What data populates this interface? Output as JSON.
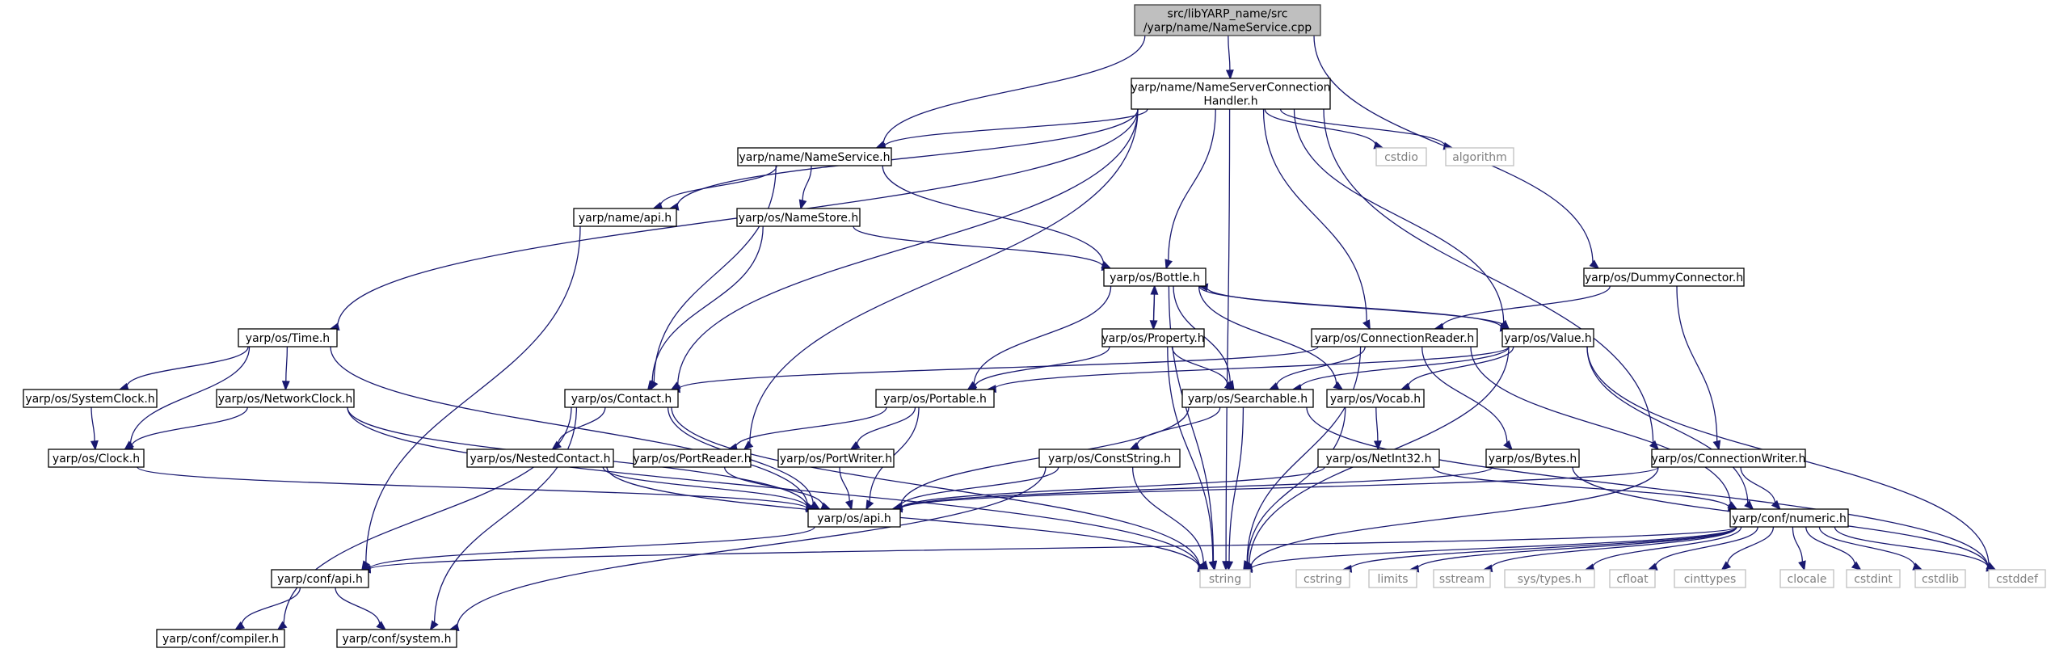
{
  "nodes": {
    "root": [
      "src/libYARP_name/src",
      "/yarp/name/NameService.cpp"
    ],
    "nsch": [
      "yarp/name/NameServerConnection",
      "Handler.h"
    ],
    "nameservice": [
      "yarp/name/NameService.h"
    ],
    "cstdio": [
      "cstdio"
    ],
    "algorithm": [
      "algorithm"
    ],
    "nameapi": [
      "yarp/name/api.h"
    ],
    "namestore": [
      "yarp/os/NameStore.h"
    ],
    "bottle": [
      "yarp/os/Bottle.h"
    ],
    "dummy": [
      "yarp/os/DummyConnector.h"
    ],
    "time": [
      "yarp/os/Time.h"
    ],
    "property": [
      "yarp/os/Property.h"
    ],
    "connreader": [
      "yarp/os/ConnectionReader.h"
    ],
    "value": [
      "yarp/os/Value.h"
    ],
    "sysclock": [
      "yarp/os/SystemClock.h"
    ],
    "netclock": [
      "yarp/os/NetworkClock.h"
    ],
    "contact": [
      "yarp/os/Contact.h"
    ],
    "portable": [
      "yarp/os/Portable.h"
    ],
    "searchable": [
      "yarp/os/Searchable.h"
    ],
    "vocab": [
      "yarp/os/Vocab.h"
    ],
    "clock": [
      "yarp/os/Clock.h"
    ],
    "nested": [
      "yarp/os/NestedContact.h"
    ],
    "portreader": [
      "yarp/os/PortReader.h"
    ],
    "portwriter": [
      "yarp/os/PortWriter.h"
    ],
    "conststring": [
      "yarp/os/ConstString.h"
    ],
    "netint": [
      "yarp/os/NetInt32.h"
    ],
    "bytes": [
      "yarp/os/Bytes.h"
    ],
    "connwriter": [
      "yarp/os/ConnectionWriter.h"
    ],
    "osapi": [
      "yarp/os/api.h"
    ],
    "numeric": [
      "yarp/conf/numeric.h"
    ],
    "confapi": [
      "yarp/conf/api.h"
    ],
    "string": [
      "string"
    ],
    "cstring": [
      "cstring"
    ],
    "limits": [
      "limits"
    ],
    "sstream": [
      "sstream"
    ],
    "systypes": [
      "sys/types.h"
    ],
    "cfloat": [
      "cfloat"
    ],
    "cinttypes": [
      "cinttypes"
    ],
    "clocale": [
      "clocale"
    ],
    "cstdint": [
      "cstdint"
    ],
    "cstdlib": [
      "cstdlib"
    ],
    "cstddef": [
      "cstddef"
    ],
    "compiler": [
      "yarp/conf/compiler.h"
    ],
    "system": [
      "yarp/conf/system.h"
    ]
  },
  "edges": [
    [
      "root",
      "nsch"
    ],
    [
      "root",
      "nameservice"
    ],
    [
      "root",
      "dummy"
    ],
    [
      "nsch",
      "nameservice"
    ],
    [
      "nsch",
      "cstdio"
    ],
    [
      "nsch",
      "algorithm"
    ],
    [
      "nsch",
      "nameapi"
    ],
    [
      "nsch",
      "time"
    ],
    [
      "nsch",
      "portreader"
    ],
    [
      "nsch",
      "contact"
    ],
    [
      "nsch",
      "bottle"
    ],
    [
      "nsch",
      "connreader"
    ],
    [
      "nsch",
      "value"
    ],
    [
      "nsch",
      "connwriter"
    ],
    [
      "nsch",
      "string"
    ],
    [
      "nameservice",
      "nameapi"
    ],
    [
      "nameservice",
      "namestore"
    ],
    [
      "nameservice",
      "contact"
    ],
    [
      "nameservice",
      "bottle"
    ],
    [
      "nameapi",
      "confapi"
    ],
    [
      "namestore",
      "bottle"
    ],
    [
      "namestore",
      "contact"
    ],
    [
      "bottle",
      "property"
    ],
    [
      "bottle",
      "portable"
    ],
    [
      "bottle",
      "searchable"
    ],
    [
      "bottle",
      "vocab"
    ],
    [
      "bottle",
      "value"
    ],
    [
      "bottle",
      "string"
    ],
    [
      "property",
      "bottle"
    ],
    [
      "property",
      "portable"
    ],
    [
      "property",
      "searchable"
    ],
    [
      "property",
      "string"
    ],
    [
      "value",
      "bottle"
    ],
    [
      "value",
      "searchable"
    ],
    [
      "value",
      "portable"
    ],
    [
      "value",
      "vocab"
    ],
    [
      "value",
      "numeric"
    ],
    [
      "value",
      "string"
    ],
    [
      "value",
      "cstddef"
    ],
    [
      "dummy",
      "connreader"
    ],
    [
      "dummy",
      "connwriter"
    ],
    [
      "connreader",
      "contact"
    ],
    [
      "connreader",
      "searchable"
    ],
    [
      "connreader",
      "bytes"
    ],
    [
      "connreader",
      "numeric"
    ],
    [
      "connreader",
      "string"
    ],
    [
      "time",
      "sysclock"
    ],
    [
      "time",
      "netclock"
    ],
    [
      "time",
      "clock"
    ],
    [
      "time",
      "osapi"
    ],
    [
      "sysclock",
      "clock"
    ],
    [
      "netclock",
      "clock"
    ],
    [
      "netclock",
      "osapi"
    ],
    [
      "netclock",
      "string"
    ],
    [
      "clock",
      "osapi"
    ],
    [
      "contact",
      "nested"
    ],
    [
      "contact",
      "osapi"
    ],
    [
      "contact",
      "string"
    ],
    [
      "contact",
      "compiler"
    ],
    [
      "contact",
      "system"
    ],
    [
      "nested",
      "osapi"
    ],
    [
      "nested",
      "string"
    ],
    [
      "portable",
      "portreader"
    ],
    [
      "portable",
      "portwriter"
    ],
    [
      "portable",
      "osapi"
    ],
    [
      "portreader",
      "osapi"
    ],
    [
      "portwriter",
      "osapi"
    ],
    [
      "searchable",
      "conststring"
    ],
    [
      "searchable",
      "osapi"
    ],
    [
      "searchable",
      "string"
    ],
    [
      "searchable",
      "cstddef"
    ],
    [
      "vocab",
      "netint"
    ],
    [
      "vocab",
      "string"
    ],
    [
      "conststring",
      "osapi"
    ],
    [
      "conststring",
      "string"
    ],
    [
      "conststring",
      "system"
    ],
    [
      "netint",
      "osapi"
    ],
    [
      "netint",
      "numeric"
    ],
    [
      "bytes",
      "osapi"
    ],
    [
      "bytes",
      "cstddef"
    ],
    [
      "connwriter",
      "osapi"
    ],
    [
      "connwriter",
      "numeric"
    ],
    [
      "connwriter",
      "string"
    ],
    [
      "osapi",
      "confapi"
    ],
    [
      "numeric",
      "confapi"
    ],
    [
      "numeric",
      "string"
    ],
    [
      "numeric",
      "cstring"
    ],
    [
      "numeric",
      "limits"
    ],
    [
      "numeric",
      "sstream"
    ],
    [
      "numeric",
      "systypes"
    ],
    [
      "numeric",
      "cfloat"
    ],
    [
      "numeric",
      "cinttypes"
    ],
    [
      "numeric",
      "clocale"
    ],
    [
      "numeric",
      "cstdint"
    ],
    [
      "numeric",
      "cstdlib"
    ],
    [
      "numeric",
      "cstddef"
    ],
    [
      "confapi",
      "compiler"
    ],
    [
      "confapi",
      "system"
    ]
  ]
}
